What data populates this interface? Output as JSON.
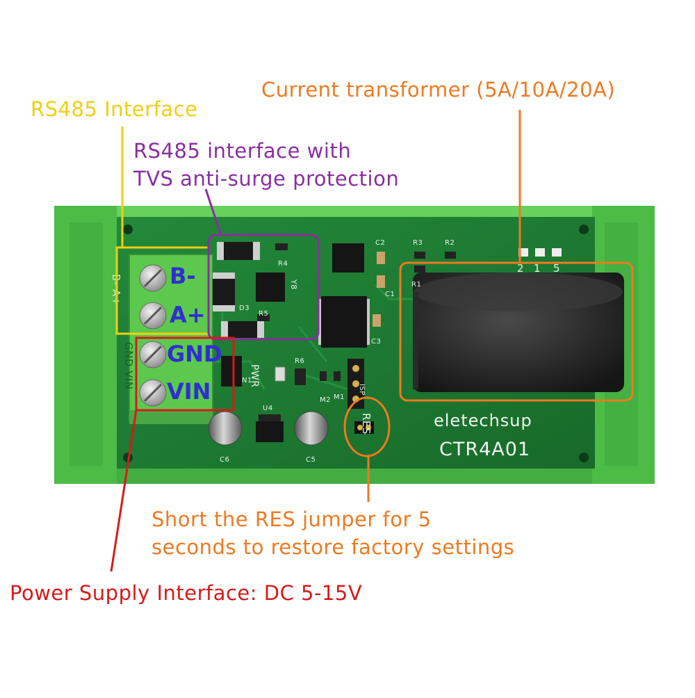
{
  "callouts": {
    "rs485_interface": "RS485  Interface",
    "tvs_line1": "RS485 interface with",
    "tvs_line2": "TVS anti-surge protection",
    "current_transformer": "Current transformer (5A/10A/20A)",
    "res_line1": "Short the RES jumper for 5",
    "res_line2": "seconds to restore factory settings",
    "power_supply": "Power Supply Interface: DC 5-15V"
  },
  "terminals": [
    "B-",
    "A+",
    "GND",
    "VIN"
  ],
  "board": {
    "brand": "eletechsup",
    "model": "CTR4A01",
    "silkscreen": {
      "pwr": "PWR",
      "res": "RES",
      "isp": "ISP",
      "c1": "C1",
      "c2": "C2",
      "c3": "C3",
      "c5": "C5",
      "c6": "C6",
      "r1": "R1",
      "r2": "R2",
      "r3": "R3",
      "r4": "R4",
      "r5": "R5",
      "r6": "R6",
      "d3": "D3",
      "m1": "M1",
      "m2": "M2",
      "u4": "U4",
      "n1": "N1",
      "y8": "Y8",
      "pin1": "1",
      "pin2": "2",
      "pin5": "5",
      "rail_b_a": "B- A+",
      "rail_gnd_vin": "GND VIN"
    }
  },
  "colors": {
    "rs485": "#f0cf10",
    "tvs": "#8a2ea0",
    "transformer": "#ee7a20",
    "res": "#ee7a20",
    "power": "#d61a1a",
    "terminal_text": "#2f2fd0",
    "pcb": "#1f7a32",
    "enclosure": "#4db848"
  }
}
